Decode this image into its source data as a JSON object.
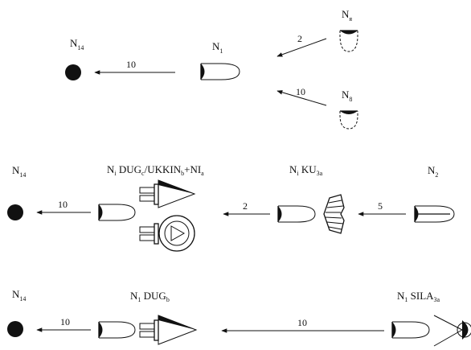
{
  "rows": [
    {
      "nodes": [
        {
          "base": "N",
          "sub": "14"
        },
        {
          "base": "N",
          "sub": "1"
        },
        {
          "base": "N",
          "sub": "я"
        },
        {
          "base": "N",
          "sub": "8"
        }
      ],
      "edges": [
        "10",
        "2",
        "10"
      ]
    },
    {
      "nodes": [
        {
          "base": "N",
          "sub": "14"
        },
        {
          "base": "N",
          "sub": "i",
          "rest1": " DUG",
          "sub2": "c",
          "rest2": "/UKKIN",
          "sub3": "b",
          "rest3": "+NI",
          "sub4": "a"
        },
        {
          "base": "N",
          "sub": "i",
          "rest1": " KU",
          "sub2": "3a"
        },
        {
          "base": "N",
          "sub": "2"
        }
      ],
      "edges": [
        "10",
        "2",
        "5"
      ]
    },
    {
      "nodes": [
        {
          "base": "N",
          "sub": "14"
        },
        {
          "base": "N",
          "sub": "1",
          "rest1": " DUG",
          "sub2": "b"
        },
        {
          "base": "N",
          "sub": "1",
          "rest1": " SILA",
          "sub2": "3a"
        }
      ],
      "edges": [
        "10",
        "10"
      ]
    }
  ]
}
